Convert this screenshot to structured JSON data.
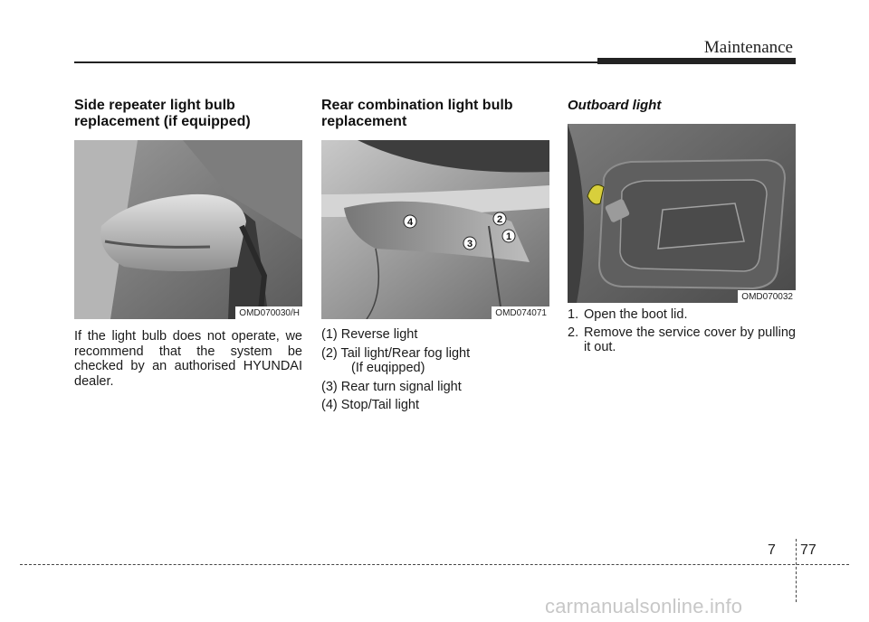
{
  "header": {
    "title": "Maintenance"
  },
  "col1": {
    "heading_line1": "Side repeater light bulb",
    "heading_line2": "replacement (if equipped)",
    "figure_code": "OMD070030/H",
    "body": "If the light bulb does not operate, we recommend that the system be checked by an authorised HYUNDAI dealer."
  },
  "col2": {
    "heading_line1": "Rear combination light bulb",
    "heading_line2": "replacement",
    "figure_code": "OMD074071",
    "callouts": [
      "1",
      "2",
      "3",
      "4"
    ],
    "items": [
      {
        "text": "(1) Reverse light"
      },
      {
        "text": "(2) Tail light/Rear fog light",
        "cont": "(If euqipped)"
      },
      {
        "text": "(3) Rear turn signal light"
      },
      {
        "text": "(4) Stop/Tail light"
      }
    ]
  },
  "col3": {
    "heading": "Outboard light",
    "figure_code": "OMD070032",
    "steps": [
      {
        "num": "1.",
        "text": "Open the boot lid."
      },
      {
        "num": "2.",
        "text": "Remove the service cover by pulling it out."
      }
    ]
  },
  "footer": {
    "chapter": "7",
    "page": "77"
  },
  "watermark": "carmanualsonline.info"
}
